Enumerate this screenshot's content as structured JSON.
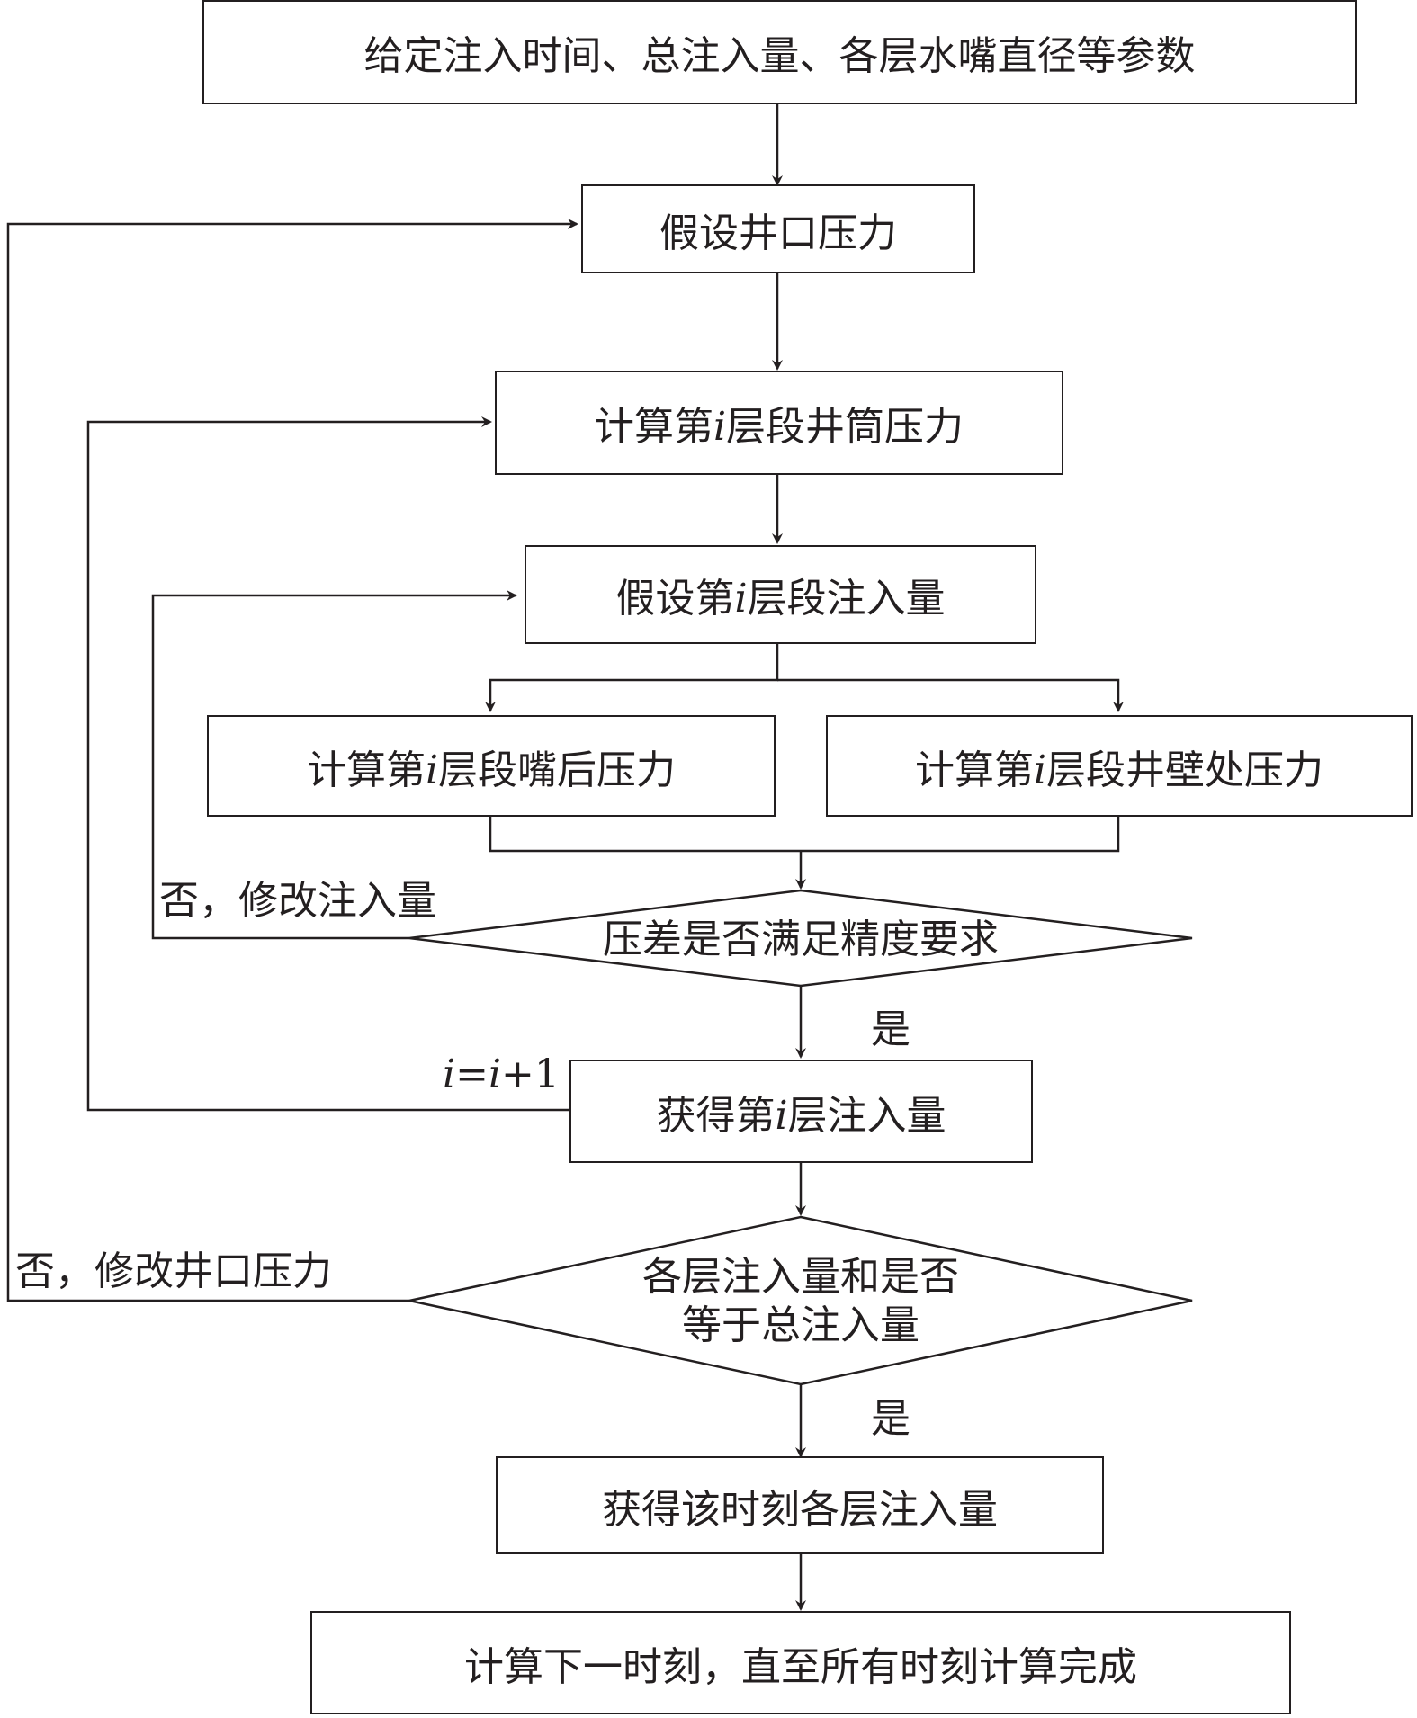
{
  "nodes": {
    "n1": "给定注入时间、总注入量、各层水嘴直径等参数",
    "n2": "假设井口压力",
    "n3_pre": "计算第",
    "n3_var": "i",
    "n3_post": "层段井筒压力",
    "n4_pre": "假设第",
    "n4_var": "i",
    "n4_post": "层段注入量",
    "n5a_pre": "计算第",
    "n5a_var": "i",
    "n5a_post": "层段嘴后压力",
    "n5b_pre": "计算第",
    "n5b_var": "i",
    "n5b_post": "层段井壁处压力",
    "d1": "压差是否满足精度要求",
    "n6_pre": "获得第",
    "n6_var": "i",
    "n6_post": "层注入量",
    "d2_line1": "各层注入量和是否",
    "d2_line2": "等于总注入量",
    "n7": "获得该时刻各层注入量",
    "n8": "计算下一时刻，直至所有时刻计算完成"
  },
  "labels": {
    "no_modify_injection": "否，修改注入量",
    "yes_1": "是",
    "loop_var_a": "i",
    "loop_eq": "=",
    "loop_var_b": "i",
    "loop_inc": "+1",
    "no_modify_wellhead": "否，修改井口压力",
    "yes_2": "是"
  },
  "colors": {
    "line": "#231f20",
    "background": "#ffffff"
  }
}
